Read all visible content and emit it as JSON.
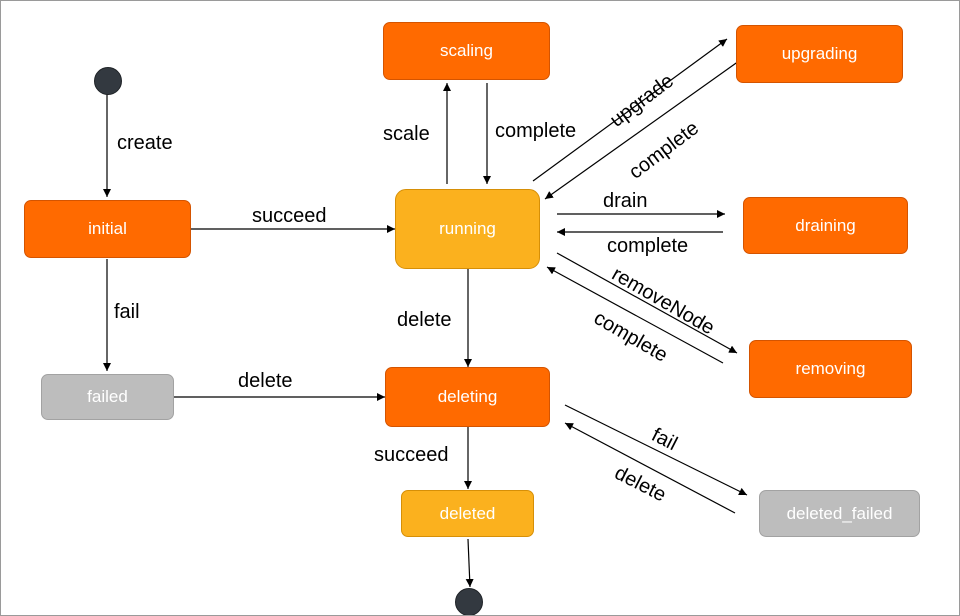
{
  "states": {
    "scaling": "scaling",
    "upgrading": "upgrading",
    "initial": "initial",
    "running": "running",
    "draining": "draining",
    "removing": "removing",
    "failed": "failed",
    "deleting": "deleting",
    "deleted": "deleted",
    "deleted_failed": "deleted_failed"
  },
  "transitions": {
    "create": "create",
    "fail_initial": "fail",
    "succeed_initial": "succeed",
    "scale": "scale",
    "complete_scaling": "complete",
    "upgrade": "upgrade",
    "complete_upgrading": "complete",
    "drain": "drain",
    "complete_draining": "complete",
    "remove_node": "removeNode",
    "complete_removing": "complete",
    "delete_running": "delete",
    "delete_failed": "delete",
    "succeed_deleting": "succeed",
    "fail_deleting": "fail",
    "delete_deleted_failed": "delete"
  },
  "colors": {
    "active_state": "#ff6a00",
    "highlight_state": "#fbb11e",
    "inactive_state": "#bdbdbd",
    "pseudo_state": "#333940"
  }
}
